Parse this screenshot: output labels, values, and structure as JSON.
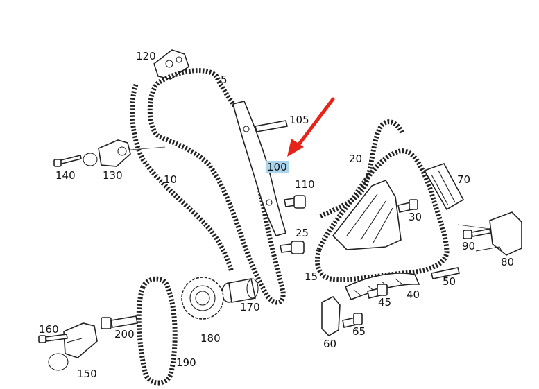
{
  "diagram": {
    "highlight_color": "#a9d4ec",
    "arrow_color": "#e8231a",
    "callouts": [
      {
        "id": "c120",
        "text": "120"
      },
      {
        "id": "c5",
        "text": "5"
      },
      {
        "id": "c105",
        "text": "105"
      },
      {
        "id": "c100",
        "text": "100",
        "highlighted": true
      },
      {
        "id": "c140",
        "text": "140"
      },
      {
        "id": "c130",
        "text": "130"
      },
      {
        "id": "c10",
        "text": "10"
      },
      {
        "id": "c20",
        "text": "20"
      },
      {
        "id": "c70",
        "text": "70"
      },
      {
        "id": "c110",
        "text": "110"
      },
      {
        "id": "c30",
        "text": "30"
      },
      {
        "id": "c25",
        "text": "25"
      },
      {
        "id": "c90",
        "text": "90"
      },
      {
        "id": "c80",
        "text": "80"
      },
      {
        "id": "c15",
        "text": "15"
      },
      {
        "id": "c50",
        "text": "50"
      },
      {
        "id": "c45",
        "text": "45"
      },
      {
        "id": "c40",
        "text": "40"
      },
      {
        "id": "c170",
        "text": "170"
      },
      {
        "id": "c160",
        "text": "160"
      },
      {
        "id": "c200",
        "text": "200"
      },
      {
        "id": "c180",
        "text": "180"
      },
      {
        "id": "c60",
        "text": "60"
      },
      {
        "id": "c65",
        "text": "65"
      },
      {
        "id": "c150",
        "text": "150"
      },
      {
        "id": "c190",
        "text": "190"
      }
    ]
  }
}
